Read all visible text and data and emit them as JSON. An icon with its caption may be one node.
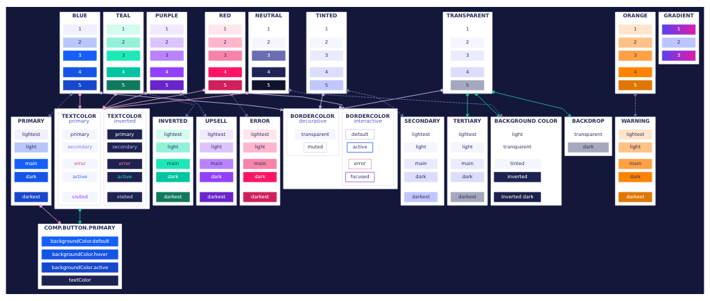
{
  "diagram": {
    "nodes": [
      {
        "text": [
          "BLUE"
        ]
      },
      {
        "text": [
          "1"
        ],
        "in": 0
      },
      {
        "text": [
          "2"
        ],
        "in": 0
      },
      {
        "text": [
          "3"
        ],
        "in": 0
      },
      {
        "text": [
          "4"
        ],
        "in": 0
      },
      {
        "text": [
          "5"
        ],
        "in": 0
      },
      {
        "text": [
          "TINTED"
        ]
      },
      {
        "text": [
          "1"
        ],
        "in": 6
      },
      {
        "text": [
          "2"
        ],
        "in": 6
      },
      {
        "text": [
          "3"
        ],
        "in": 6
      },
      {
        "text": [
          "4"
        ],
        "in": 6
      },
      {
        "text": [
          "5"
        ],
        "in": 6
      },
      {
        "text": [
          "TRANSPARENT"
        ]
      },
      {
        "text": [
          "1"
        ],
        "in": 12
      },
      {
        "text": [
          "2"
        ],
        "in": 12
      },
      {
        "text": [
          "3"
        ],
        "in": 12
      },
      {
        "text": [
          "4"
        ],
        "in": 12
      },
      {
        "text": [
          "5"
        ],
        "in": 12
      },
      {
        "text": [
          "TEAL"
        ]
      },
      {
        "text": [
          "1"
        ],
        "in": 18
      },
      {
        "text": [
          "2"
        ],
        "in": 18
      },
      {
        "text": [
          "3"
        ],
        "in": 18
      },
      {
        "text": [
          "4"
        ],
        "in": 18
      },
      {
        "text": [
          "5"
        ],
        "in": 18
      },
      {
        "text": [
          "PURPLE"
        ]
      },
      {
        "text": [
          "1"
        ],
        "in": 24
      },
      {
        "text": [
          "2"
        ],
        "in": 24
      },
      {
        "text": [
          "3"
        ],
        "in": 24
      },
      {
        "text": [
          "4"
        ],
        "in": 24
      },
      {
        "text": [
          "5"
        ],
        "in": 24
      },
      {
        "text": [
          "ORANGE"
        ]
      },
      {
        "text": [
          "1"
        ],
        "in": 30
      },
      {
        "text": [
          "2"
        ],
        "in": 30
      },
      {
        "text": [
          "3"
        ],
        "in": 30
      },
      {
        "text": [
          "4"
        ],
        "in": 30
      },
      {
        "text": [
          "5"
        ],
        "in": 30
      },
      {
        "text": [
          "RED"
        ]
      },
      {
        "text": [
          "1"
        ],
        "in": 36
      },
      {
        "text": [
          "2"
        ],
        "in": 36
      },
      {
        "text": [
          "3"
        ],
        "in": 36
      },
      {
        "text": [
          "4"
        ],
        "in": 36
      },
      {
        "text": [
          "5"
        ],
        "in": 36
      },
      {
        "text": [
          "NEUTRAL"
        ]
      },
      {
        "text": [
          "1"
        ],
        "in": 42
      },
      {
        "text": [
          "2"
        ],
        "in": 42
      },
      {
        "text": [
          "3"
        ],
        "in": 42
      },
      {
        "text": [
          "4"
        ],
        "in": 42
      },
      {
        "text": [
          "5"
        ],
        "in": 42
      },
      {
        "text": [
          "GRADIENT"
        ]
      },
      {
        "text": [
          "1"
        ],
        "in": 48
      },
      {
        "text": [
          "2"
        ],
        "in": 48
      },
      {
        "text": [
          "3"
        ],
        "in": 48
      },
      {
        "text": [
          "PRIMARY"
        ]
      },
      {
        "text": [
          "lightest"
        ],
        "in": 52
      },
      {
        "text": [
          "light"
        ],
        "in": 52
      },
      {
        "text": [
          "main"
        ],
        "in": 52
      },
      {
        "text": [
          "dark"
        ],
        "in": 52
      },
      {
        "text": [
          "darkest"
        ],
        "in": 52
      },
      {
        "text": [
          "SECONDARY"
        ]
      },
      {
        "text": [
          "lightest"
        ],
        "in": 58
      },
      {
        "text": [
          "light"
        ],
        "in": 58
      },
      {
        "text": [
          "main"
        ],
        "in": 58
      },
      {
        "text": [
          "dark"
        ],
        "in": 58
      },
      {
        "text": [
          "darkest"
        ],
        "in": 58
      },
      {
        "text": [
          "TERTIARY"
        ]
      },
      {
        "text": [
          "lightest"
        ],
        "in": 64
      },
      {
        "text": [
          "light"
        ],
        "in": 64
      },
      {
        "text": [
          "main"
        ],
        "in": 64
      },
      {
        "text": [
          "dark"
        ],
        "in": 64
      },
      {
        "text": [
          "darkest"
        ],
        "in": 64
      },
      {
        "text": [
          "INVERTED"
        ]
      },
      {
        "text": [
          "lightest"
        ],
        "in": 70
      },
      {
        "text": [
          "light"
        ],
        "in": 70
      },
      {
        "text": [
          "main"
        ],
        "in": 70
      },
      {
        "text": [
          "dark"
        ],
        "in": 70
      },
      {
        "text": [
          "darkest"
        ],
        "in": 70
      },
      {
        "text": [
          "UPSELL"
        ]
      },
      {
        "text": [
          "lightest"
        ],
        "in": 76
      },
      {
        "text": [
          "light"
        ],
        "in": 76
      },
      {
        "text": [
          "main"
        ],
        "in": 76
      },
      {
        "text": [
          "dark"
        ],
        "in": 76
      },
      {
        "text": [
          "darkest"
        ],
        "in": 76
      },
      {
        "text": [
          "WARNING"
        ]
      },
      {
        "text": [
          "lightest"
        ],
        "in": 82
      },
      {
        "text": [
          "light"
        ],
        "in": 82
      },
      {
        "text": [
          "main"
        ],
        "in": 82
      },
      {
        "text": [
          "dark"
        ],
        "in": 82
      },
      {
        "text": [
          "darkest"
        ],
        "in": 82
      },
      {
        "text": [
          "ERROR"
        ]
      },
      {
        "text": [
          "lightest"
        ],
        "in": 88
      },
      {
        "text": [
          "light"
        ],
        "in": 88
      },
      {
        "text": [
          "main"
        ],
        "in": 88
      },
      {
        "text": [
          "dark"
        ],
        "in": 88
      },
      {
        "text": [
          "darkest"
        ],
        "in": 88
      },
      {
        "text": [
          "BACKGROUND COLOR"
        ]
      },
      {
        "text": [
          "light"
        ],
        "in": 94
      },
      {
        "text": [
          "transparent"
        ],
        "in": 94
      },
      {
        "text": [
          "tinted"
        ],
        "in": 94
      },
      {
        "text": [
          "inverted"
        ],
        "in": 94
      },
      {
        "text": [
          "inverted dark"
        ],
        "in": 94
      },
      {
        "text": [
          "BACKDROP"
        ]
      },
      {
        "text": [
          "transparent"
        ],
        "in": 100
      },
      {
        "text": [
          "dark"
        ],
        "in": 100
      },
      {
        "text": [],
        "shape": "box"
      },
      {
        "text": [
          "TEXTCOLOR",
          "primary"
        ],
        "in": 103
      },
      {
        "text": [
          "primary"
        ],
        "in": 104
      },
      {
        "text": [
          "secondary"
        ],
        "in": 104
      },
      {
        "text": [
          "error"
        ],
        "in": 104
      },
      {
        "text": [
          "active"
        ],
        "in": 104
      },
      {
        "text": [
          "visited"
        ],
        "in": 104
      },
      {
        "text": [
          "TEXTCOLOR",
          "inverted"
        ],
        "in": 103
      },
      {
        "text": [
          "primary"
        ],
        "in": 110
      },
      {
        "text": [
          "secondary"
        ],
        "in": 110
      },
      {
        "text": [
          "error"
        ],
        "in": 110
      },
      {
        "text": [
          "active"
        ],
        "in": 110
      },
      {
        "text": [
          "visited"
        ],
        "in": 110
      },
      {
        "text": [],
        "shape": "box"
      },
      {
        "text": [
          "BORDERCOLOR",
          "decorative"
        ],
        "in": 116
      },
      {
        "text": [
          "transparent"
        ],
        "in": 117
      },
      {
        "text": [
          "muted"
        ],
        "in": 117
      },
      {
        "text": [
          "BORDERCOLOR",
          "interactive"
        ],
        "in": 116
      },
      {
        "text": [
          "default"
        ],
        "in": 120
      },
      {
        "text": [
          "active"
        ],
        "in": 120
      },
      {
        "text": [
          "error"
        ],
        "in": 120
      },
      {
        "text": [
          "focused"
        ],
        "in": 120
      },
      {
        "text": [
          "COMP.BUTTON.PRIMARY"
        ]
      },
      {
        "text": [
          "backgroundColor.default"
        ],
        "in": 125
      },
      {
        "text": [
          "backgroundColor.hover"
        ],
        "in": 125
      },
      {
        "text": [
          "backgroundColor.active"
        ],
        "in": 125
      },
      {
        "text": [
          "textColor"
        ],
        "in": 125
      }
    ],
    "edges": [
      {
        "from": 0,
        "to": 116,
        "arrow": "to",
        "color": "#c9bfe6"
      },
      {
        "from": 0,
        "to": 52,
        "arrow": "to",
        "style": "dashed"
      },
      {
        "from": 0,
        "to": 103,
        "arrow": "to",
        "color": "#e6a4c3"
      },
      {
        "from": 6,
        "to": 116,
        "arrow": "to",
        "color": "#c9bfe6"
      },
      {
        "from": 6,
        "to": 58,
        "arrow": "to",
        "style": "dashed"
      },
      {
        "from": 12,
        "to": 116,
        "arrow": "to",
        "color": "#c9bfe6"
      },
      {
        "from": 12,
        "to": 64,
        "arrow": "to",
        "color": "#1fc49c"
      },
      {
        "from": 12,
        "to": 94,
        "arrow": "to",
        "color": "#1fc49c"
      },
      {
        "from": 12,
        "to": 100,
        "arrow": "to",
        "color": "#1fc49c"
      },
      {
        "from": 18,
        "to": 70,
        "arrow": "to",
        "style": "dashed"
      },
      {
        "from": 18,
        "to": 103,
        "arrow": "to",
        "color": "#e6a4c3"
      },
      {
        "from": 24,
        "to": 76,
        "arrow": "to",
        "style": "dashed"
      },
      {
        "from": 24,
        "to": 103,
        "arrow": "to",
        "color": "#e6a4c3"
      },
      {
        "from": 30,
        "to": 82,
        "arrow": "to",
        "style": "dashed"
      },
      {
        "from": 36,
        "to": 116,
        "arrow": "to",
        "color": "#c9bfe6"
      },
      {
        "from": 36,
        "to": 88,
        "arrow": "to",
        "style": "dashed"
      },
      {
        "from": 36,
        "to": 103,
        "arrow": "to",
        "color": "#e6a4c3"
      },
      {
        "from": 42,
        "to": 94,
        "arrow": "to",
        "style": "dashed"
      },
      {
        "from": 42,
        "to": 103,
        "arrow": "to",
        "color": "#e6a4c3"
      },
      {
        "from": 52,
        "to": 125,
        "arrow": "to",
        "color": "#e6a4c3"
      },
      {
        "from": 103,
        "to": 125,
        "arrow": "to",
        "color": "#1fc49c"
      }
    ]
  }
}
